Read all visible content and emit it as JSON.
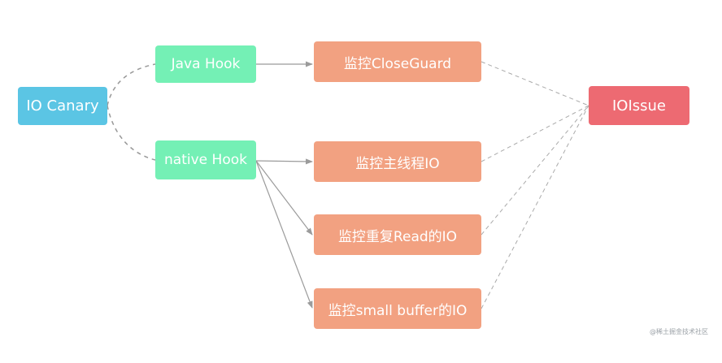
{
  "diagram": {
    "nodes": {
      "io_canary": "IO Canary",
      "java_hook": "Java Hook",
      "native_hook": "native Hook",
      "monitor_close_guard": "监控CloseGuard",
      "monitor_main_thread_io": "监控主线程IO",
      "monitor_repeat_read_io": "监控重复Read的IO",
      "monitor_small_buffer_io": "监控small buffer的IO",
      "io_issue": "IOIssue"
    },
    "colors": {
      "canary": "#5bc5e4",
      "hook": "#74f0b5",
      "monitor": "#f2a181",
      "issue": "#ed6a72",
      "arrow": "#9b9b9b",
      "dashed_link": "#aaaaaa"
    }
  },
  "watermark": "@稀土掘金技术社区"
}
